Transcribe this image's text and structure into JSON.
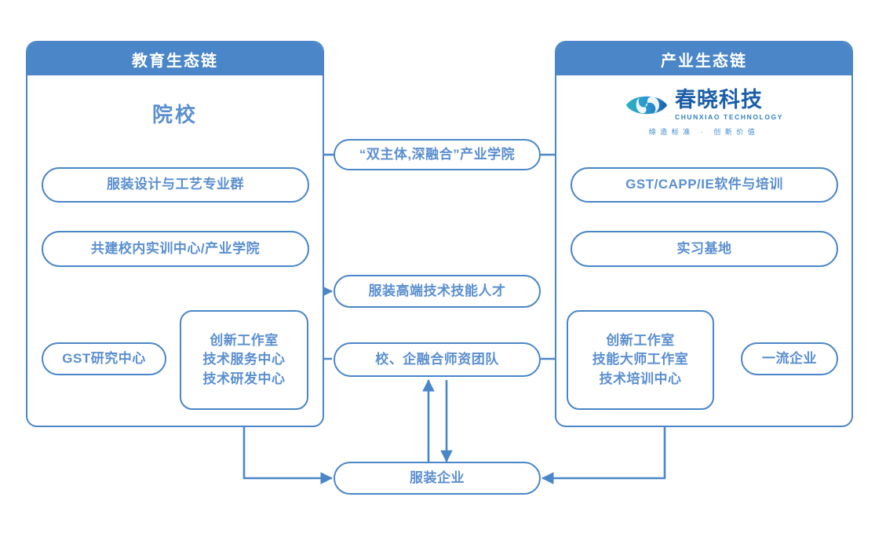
{
  "diagram": {
    "title_left": "教育生态链",
    "title_right": "产业生态链",
    "left_section_label": "院校",
    "colors": {
      "accent": "#4a86c8",
      "text": "#5b8fd0",
      "header_bg": "#4a86c8",
      "header_text": "#ffffff",
      "logo_dark": "#1c5fa8",
      "logo_mid": "#2f7ec0",
      "logo_teal": "#2aa9b8"
    },
    "logo": {
      "name_cn": "春晓科技",
      "name_en": "CHUNXIAO TECHNOLOGY",
      "tagline": "缔造标准 · 创新价值",
      "mark": "eye-swoosh-icon"
    },
    "nodes": {
      "bridge_top": "“双主体,深融合”产业学院",
      "left_1": "服装设计与工艺专业群",
      "left_2": "共建校内实训中心/产业学院",
      "right_1": "GST/CAPP/IE软件与培训",
      "right_2": "实习基地",
      "talent": "服装高端技术技能人才",
      "faculty": "校、企融合师资团队",
      "gst_center": "GST研究中心",
      "top_enterprise": "一流企业",
      "apparel_enterprise": "服装企业",
      "left_center_lines": [
        "创新工作室",
        "技术服务中心",
        "技术研发中心"
      ],
      "right_center_lines": [
        "创新工作室",
        "技能大师工作室",
        "技术培训中心"
      ]
    }
  }
}
